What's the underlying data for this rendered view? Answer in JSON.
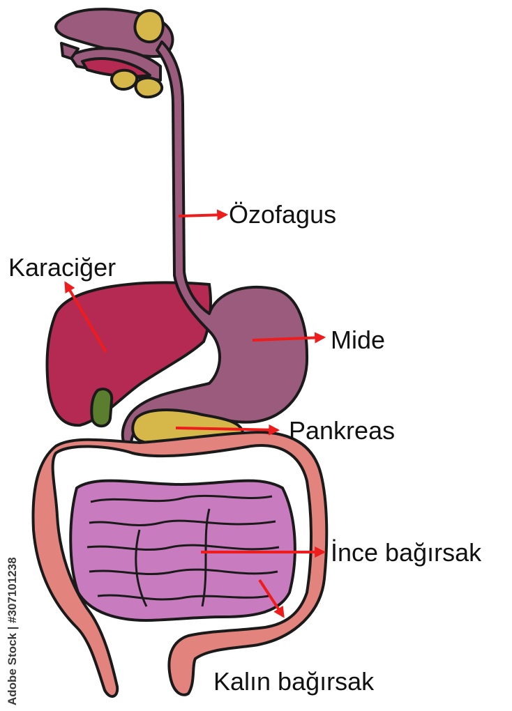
{
  "labels": {
    "esophagus": "Özofagus",
    "liver": "Karaciğer",
    "stomach": "Mide",
    "pancreas": "Pankreas",
    "small_intestine": "İnce bağırsak",
    "large_intestine": "Kalın bağırsak"
  },
  "watermark": "Adobe Stock | #307101238",
  "colors": {
    "esophagus_stomach": "#9a5b7d",
    "liver": "#b52a52",
    "gallbladder": "#5a7d2e",
    "pancreas": "#d6b84a",
    "small_intestine": "#c97bbf",
    "large_intestine": "#e2837d",
    "arrow": "#ee1c1c",
    "outline": "#1a1a1a"
  }
}
